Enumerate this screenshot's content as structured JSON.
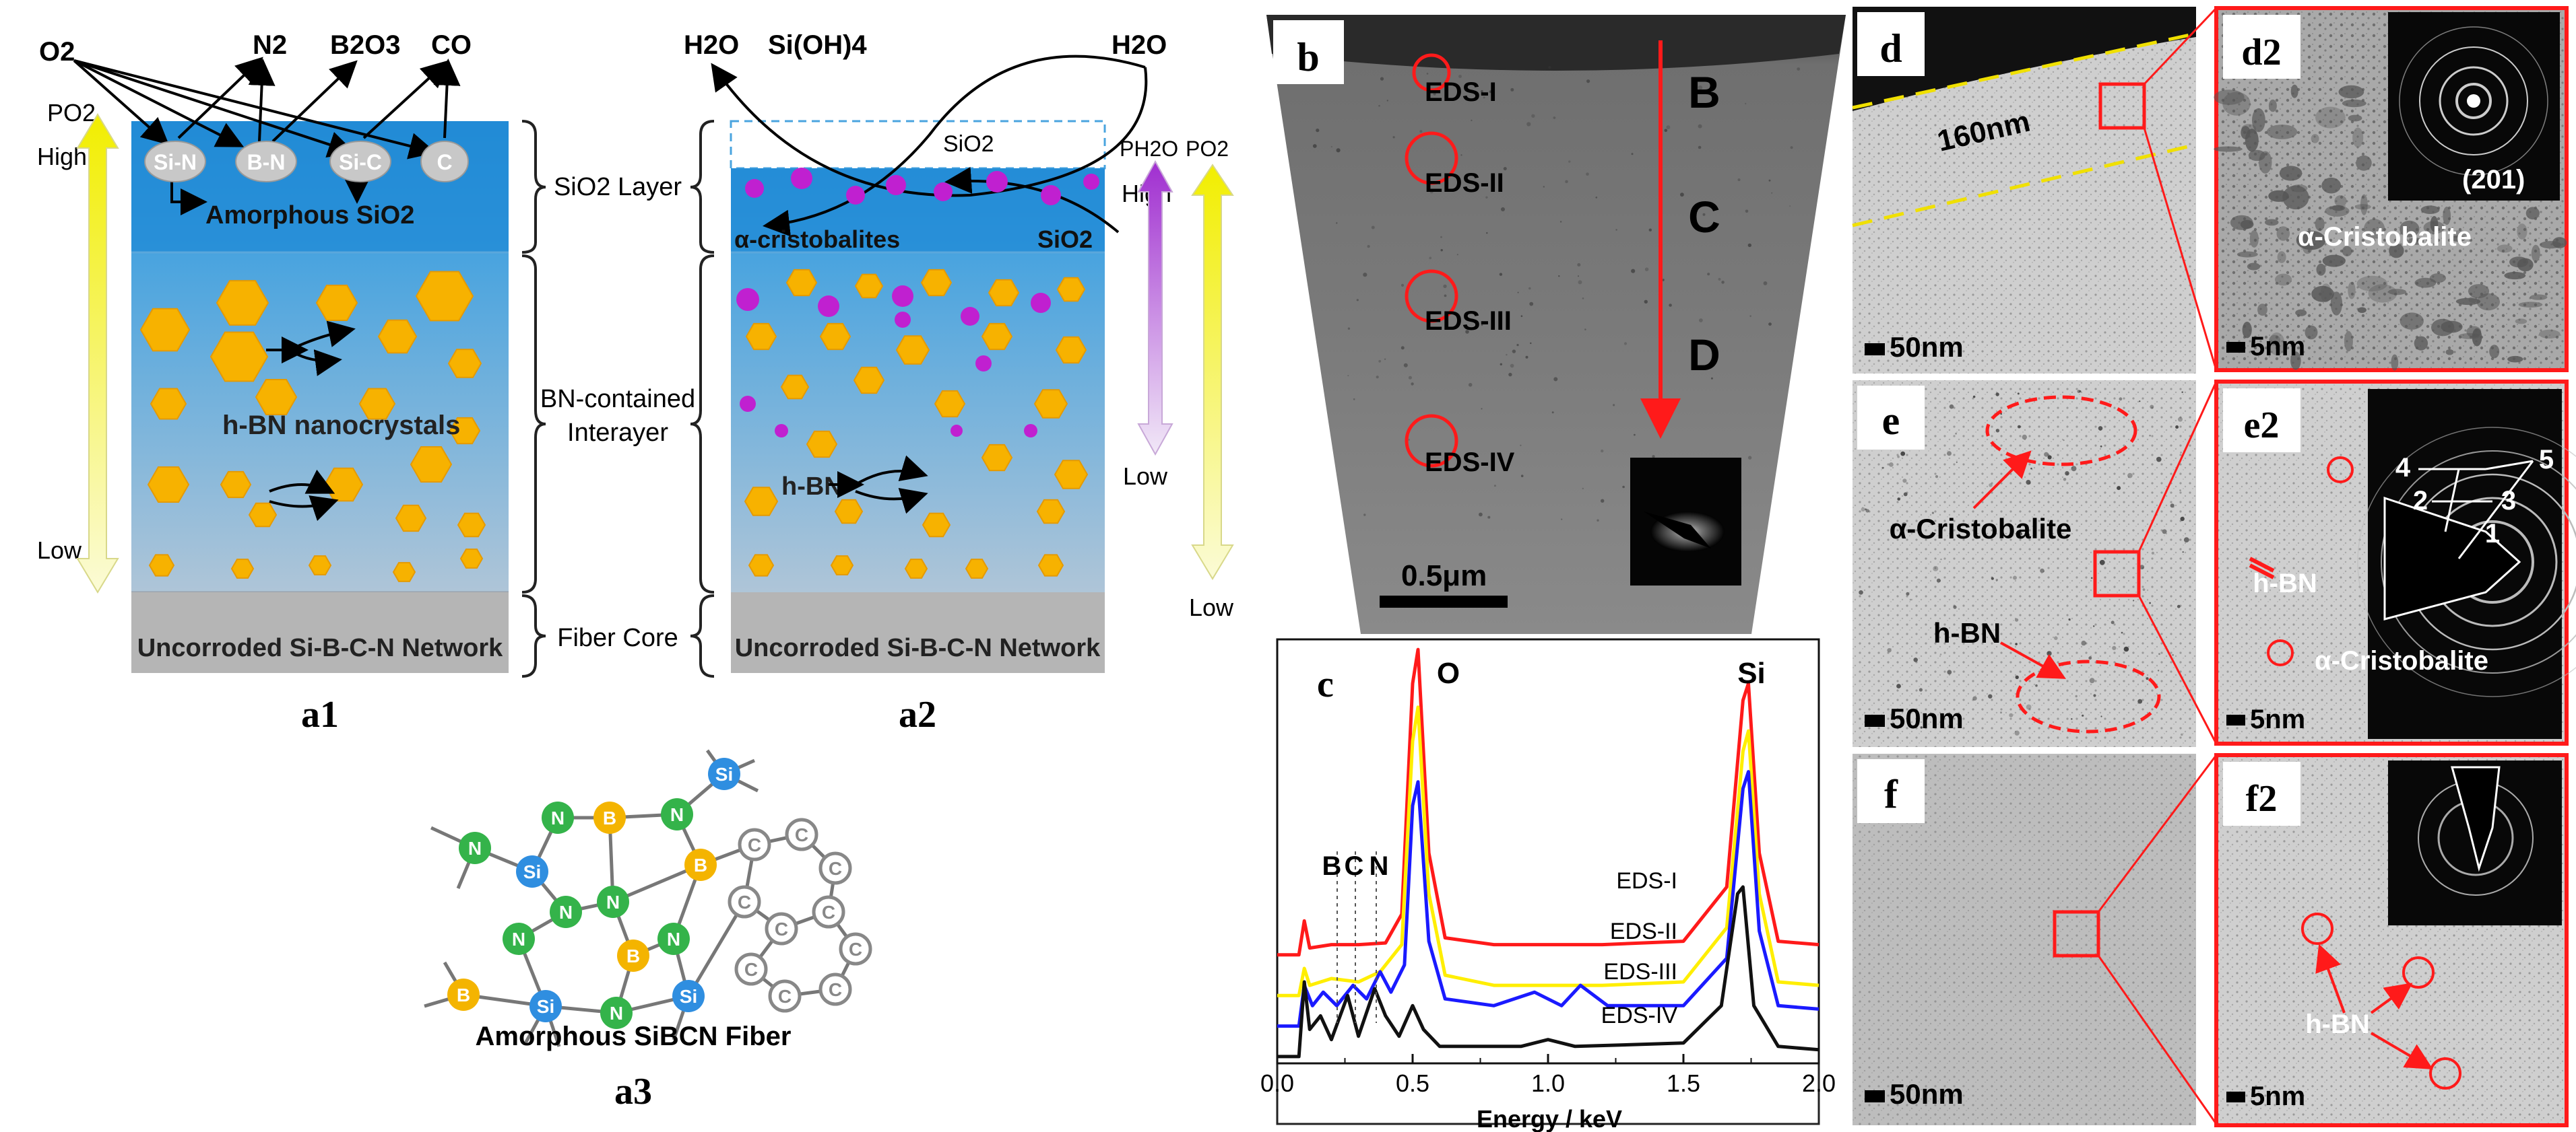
{
  "panels": {
    "a1": {
      "caption": "a1",
      "gases": [
        "O2",
        "N2",
        "B2O3",
        "CO"
      ],
      "p_label": "PO2",
      "high": "High",
      "low": "Low",
      "bubbles": [
        "Si-N",
        "B-N",
        "Si-C",
        "C"
      ],
      "amorphous": "Amorphous SiO2",
      "hbn": "h-BN nanocrystals",
      "core": "Uncorroded Si-B-C-N Network"
    },
    "layers": {
      "sio2": "SiO2 Layer",
      "bn_line1": "BN-contained",
      "bn_line2": "Interayer",
      "core": "Fiber Core"
    },
    "a2": {
      "caption": "a2",
      "gases": [
        "H2O",
        "Si(OH)4",
        "H2O"
      ],
      "sio2_top": "SiO2",
      "cristobalite": "α-cristobalites",
      "sio2_right": "SiO2",
      "hbn": "h-BN",
      "core": "Uncorroded Si-B-C-N Network",
      "ph2o": "PH2O",
      "po2": "PO2",
      "high": "High",
      "low_left": "Low",
      "low_right": "Low"
    },
    "a3": {
      "caption": "a3",
      "title": "Amorphous SiBCN Fiber",
      "atoms": {
        "si": "Si",
        "n": "N",
        "b": "B",
        "c": "C"
      }
    },
    "b": {
      "label": "b",
      "eds": [
        "EDS-I",
        "EDS-II",
        "EDS-III",
        "EDS-IV"
      ],
      "zones": [
        "B",
        "C",
        "D"
      ],
      "scale": "0.5μm"
    },
    "c": {
      "label": "c",
      "xlabel": "Energy / keV",
      "peaks": {
        "o": "O",
        "si": "Si",
        "b": "B",
        "c": "C",
        "n": "N"
      },
      "series_labels": [
        "EDS-I",
        "EDS-II",
        "EDS-III",
        "EDS-IV"
      ],
      "colors": [
        "#ff1a1a",
        "#ffee00",
        "#1a1aff",
        "#111111"
      ]
    },
    "d": {
      "label": "d",
      "thickness": "160nm",
      "scale": "50nm"
    },
    "d2": {
      "label": "d2",
      "plane": "(201)",
      "phase": "α-Cristobalite",
      "scale": "5nm"
    },
    "e": {
      "label": "e",
      "phase1": "α-Cristobalite",
      "phase2": "h-BN",
      "scale": "50nm"
    },
    "e2": {
      "label": "e2",
      "rings": [
        "1",
        "2",
        "3",
        "4",
        "5"
      ],
      "phase1": "h-BN",
      "phase2": "α-Cristobalite",
      "scale": "5nm"
    },
    "f": {
      "label": "f",
      "scale": "50nm"
    },
    "f2": {
      "label": "f2",
      "phase": "h-BN",
      "scale": "5nm"
    }
  },
  "chart_data": {
    "type": "line",
    "xlabel": "Energy / keV",
    "ylabel": "",
    "xlim": [
      0.0,
      2.0
    ],
    "xticks": [
      "0.0",
      "0.5",
      "1.0",
      "1.5",
      "2.0"
    ],
    "series": [
      {
        "name": "EDS-I",
        "color": "#ff1a1a",
        "offset": 3.0,
        "points": [
          [
            0.0,
            0
          ],
          [
            0.08,
            0
          ],
          [
            0.1,
            1
          ],
          [
            0.12,
            0.2
          ],
          [
            0.2,
            0.3
          ],
          [
            0.3,
            0.3
          ],
          [
            0.4,
            0.35
          ],
          [
            0.46,
            1.2
          ],
          [
            0.5,
            8.0
          ],
          [
            0.52,
            9.0
          ],
          [
            0.56,
            3.0
          ],
          [
            0.62,
            0.5
          ],
          [
            0.8,
            0.3
          ],
          [
            1.2,
            0.3
          ],
          [
            1.5,
            0.4
          ],
          [
            1.66,
            2.0
          ],
          [
            1.72,
            7.5
          ],
          [
            1.74,
            8.0
          ],
          [
            1.78,
            3.0
          ],
          [
            1.85,
            0.4
          ],
          [
            2.0,
            0.3
          ]
        ]
      },
      {
        "name": "EDS-II",
        "color": "#ffee00",
        "offset": 1.8,
        "points": [
          [
            0.0,
            0
          ],
          [
            0.08,
            0
          ],
          [
            0.1,
            0.8
          ],
          [
            0.12,
            0.3
          ],
          [
            0.2,
            0.5
          ],
          [
            0.3,
            0.4
          ],
          [
            0.38,
            0.7
          ],
          [
            0.46,
            1.5
          ],
          [
            0.5,
            7.5
          ],
          [
            0.52,
            8.5
          ],
          [
            0.56,
            3.0
          ],
          [
            0.62,
            0.6
          ],
          [
            0.8,
            0.3
          ],
          [
            1.2,
            0.3
          ],
          [
            1.5,
            0.4
          ],
          [
            1.66,
            2.0
          ],
          [
            1.72,
            7.2
          ],
          [
            1.74,
            7.8
          ],
          [
            1.78,
            3.0
          ],
          [
            1.85,
            0.4
          ],
          [
            2.0,
            0.3
          ]
        ]
      },
      {
        "name": "EDS-III",
        "color": "#1a1aff",
        "offset": 0.9,
        "points": [
          [
            0.0,
            0
          ],
          [
            0.08,
            0
          ],
          [
            0.1,
            1.2
          ],
          [
            0.13,
            0.6
          ],
          [
            0.17,
            1.0
          ],
          [
            0.22,
            0.6
          ],
          [
            0.28,
            1.2
          ],
          [
            0.33,
            0.8
          ],
          [
            0.38,
            1.6
          ],
          [
            0.42,
            1.0
          ],
          [
            0.47,
            1.8
          ],
          [
            0.5,
            6.5
          ],
          [
            0.52,
            7.2
          ],
          [
            0.56,
            2.5
          ],
          [
            0.62,
            0.8
          ],
          [
            0.8,
            0.6
          ],
          [
            0.95,
            1.0
          ],
          [
            1.05,
            0.6
          ],
          [
            1.12,
            1.2
          ],
          [
            1.22,
            0.6
          ],
          [
            1.5,
            0.6
          ],
          [
            1.66,
            2.0
          ],
          [
            1.72,
            7.0
          ],
          [
            1.74,
            7.5
          ],
          [
            1.78,
            2.8
          ],
          [
            1.85,
            0.6
          ],
          [
            2.0,
            0.5
          ]
        ]
      },
      {
        "name": "EDS-IV",
        "color": "#111111",
        "offset": 0.0,
        "points": [
          [
            0.0,
            0
          ],
          [
            0.08,
            0
          ],
          [
            0.1,
            2.2
          ],
          [
            0.12,
            0.8
          ],
          [
            0.16,
            1.2
          ],
          [
            0.2,
            0.5
          ],
          [
            0.26,
            1.8
          ],
          [
            0.3,
            0.6
          ],
          [
            0.36,
            2.0
          ],
          [
            0.4,
            1.2
          ],
          [
            0.45,
            0.6
          ],
          [
            0.5,
            1.5
          ],
          [
            0.54,
            0.8
          ],
          [
            0.6,
            0.3
          ],
          [
            0.9,
            0.3
          ],
          [
            1.0,
            0.5
          ],
          [
            1.1,
            0.3
          ],
          [
            1.5,
            0.4
          ],
          [
            1.64,
            1.5
          ],
          [
            1.7,
            4.8
          ],
          [
            1.72,
            5.0
          ],
          [
            1.76,
            1.5
          ],
          [
            1.85,
            0.3
          ],
          [
            2.0,
            0.2
          ]
        ]
      }
    ]
  }
}
